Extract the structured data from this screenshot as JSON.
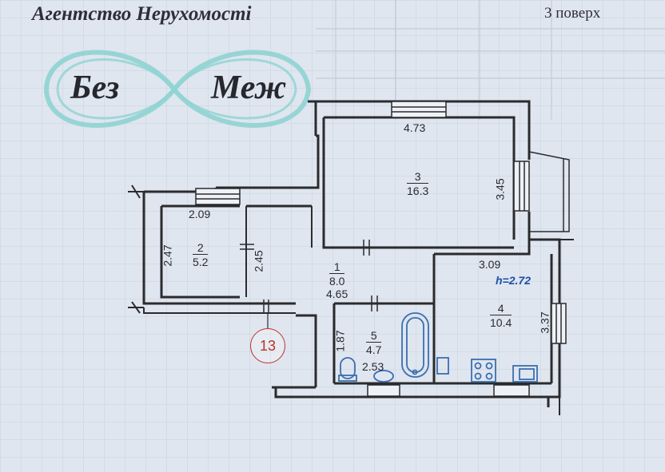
{
  "header": {
    "agency": "Агентство Нерухомості",
    "floor": "3 поверх"
  },
  "logo": {
    "left_word": "Без",
    "right_word": "Меж",
    "symbol": "infinity-logo-icon",
    "color": "#8fd3d2"
  },
  "plan": {
    "ceiling_height": "h=2.72",
    "apartment_number": "13",
    "rooms": [
      {
        "id": "1",
        "area": "8.0",
        "dims": [
          "4.65"
        ]
      },
      {
        "id": "2",
        "area": "5.2",
        "dims": [
          "2.09",
          "2.47",
          "2.45"
        ]
      },
      {
        "id": "3",
        "area": "16.3",
        "dims": [
          "4.73",
          "3.45"
        ]
      },
      {
        "id": "4",
        "area": "10.4",
        "dims": [
          "3.09",
          "3.37"
        ]
      },
      {
        "id": "5",
        "area": "4.7",
        "dims": [
          "1.87",
          "2.53"
        ]
      }
    ]
  },
  "colors": {
    "paper": "#dfe6ef",
    "wall": "#2b2b2e",
    "fixture": "#3b6fb0",
    "badge": "#c0302a"
  }
}
